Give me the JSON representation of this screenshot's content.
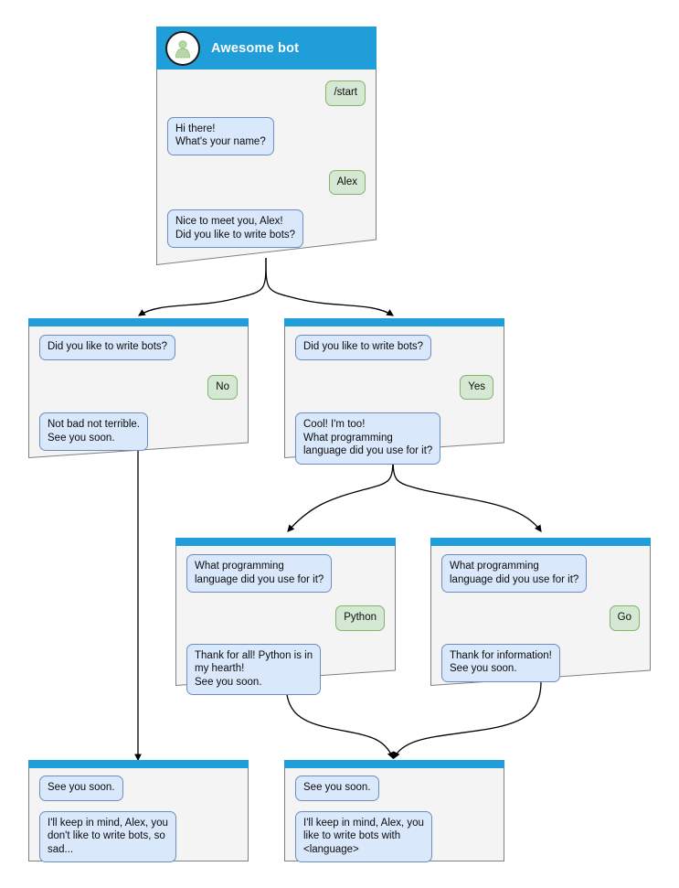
{
  "diagram": {
    "title": "Awesome bot conversation flow",
    "type": "flowchart",
    "colors": {
      "header_blue": "#1f9ed9",
      "window_body": "#f4f4f4",
      "window_border": "#808080",
      "bot_bubble_fill": "#dae8fc",
      "bot_bubble_border": "#6c8ebf",
      "user_bubble_fill": "#d5e8d4",
      "user_bubble_border": "#82b366",
      "edge_stroke": "#000000",
      "avatar_person": "#b5d6a8"
    }
  },
  "nodes": {
    "root": {
      "id": "root",
      "bot_name": "Awesome bot",
      "avatar_icon": "person-avatar-icon",
      "messages": [
        {
          "side": "user",
          "text": "/start"
        },
        {
          "side": "bot",
          "text": "Hi there!\nWhat's your name?"
        },
        {
          "side": "user",
          "text": "Alex"
        },
        {
          "side": "bot",
          "text": "Nice to meet you, Alex!\nDid you like to write bots?"
        }
      ]
    },
    "branch_no": {
      "id": "branch_no",
      "messages": [
        {
          "side": "bot",
          "text": "Did you like to write bots?"
        },
        {
          "side": "user",
          "text": "No"
        },
        {
          "side": "bot",
          "text": "Not bad not terrible.\nSee you soon."
        }
      ]
    },
    "branch_yes": {
      "id": "branch_yes",
      "messages": [
        {
          "side": "bot",
          "text": "Did you like to write bots?"
        },
        {
          "side": "user",
          "text": "Yes"
        },
        {
          "side": "bot",
          "text": "Cool! I'm too!\nWhat programming\nlanguage did you use for it?"
        }
      ]
    },
    "branch_python": {
      "id": "branch_python",
      "messages": [
        {
          "side": "bot",
          "text": "What programming\nlanguage did you use for it?"
        },
        {
          "side": "user",
          "text": "Python"
        },
        {
          "side": "bot",
          "text": "Thank for all! Python is in\nmy hearth!\nSee you soon."
        }
      ]
    },
    "branch_go": {
      "id": "branch_go",
      "messages": [
        {
          "side": "bot",
          "text": "What programming\nlanguage did you use for it?"
        },
        {
          "side": "user",
          "text": "Go"
        },
        {
          "side": "bot",
          "text": "Thank for information!\nSee you soon."
        }
      ]
    },
    "end_sad": {
      "id": "end_sad",
      "messages": [
        {
          "side": "bot",
          "text": "See you soon."
        },
        {
          "side": "bot",
          "text": "I'll keep in mind, Alex, you\ndon't like to write bots, so\nsad..."
        }
      ]
    },
    "end_happy": {
      "id": "end_happy",
      "messages": [
        {
          "side": "bot",
          "text": "See you soon."
        },
        {
          "side": "bot",
          "text": "I'll keep in mind, Alex, you\nlike to write bots with\n<language>"
        }
      ]
    }
  },
  "edges": [
    {
      "from": "root",
      "to": "branch_no"
    },
    {
      "from": "root",
      "to": "branch_yes"
    },
    {
      "from": "branch_no",
      "to": "end_sad"
    },
    {
      "from": "branch_yes",
      "to": "branch_python"
    },
    {
      "from": "branch_yes",
      "to": "branch_go"
    },
    {
      "from": "branch_python",
      "to": "end_happy"
    },
    {
      "from": "branch_go",
      "to": "end_happy"
    }
  ]
}
